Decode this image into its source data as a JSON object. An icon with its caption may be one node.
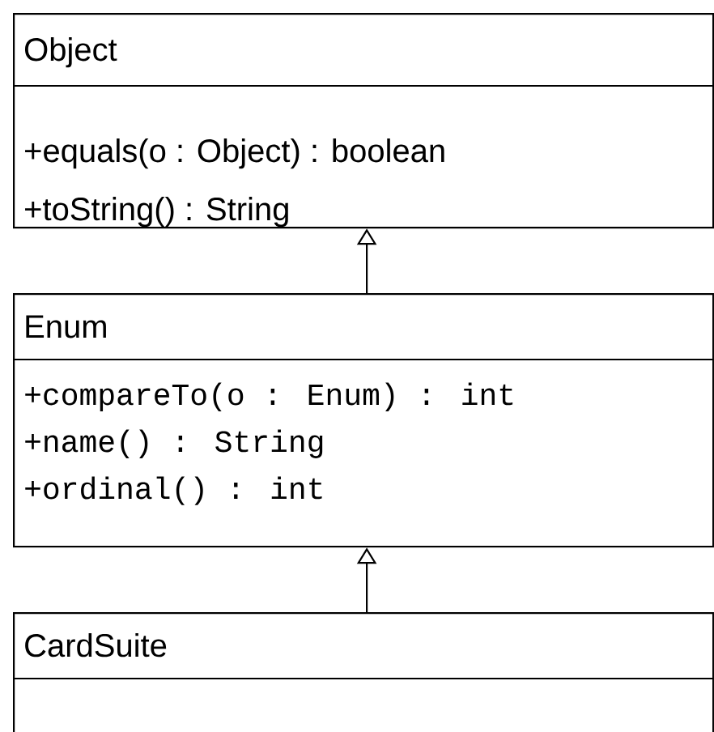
{
  "diagram": {
    "nodes": [
      {
        "text": [
          "Object",
          "+equals(o : Object) : boolean",
          "+toString() : String"
        ]
      },
      {
        "text": [
          "Enum",
          "+compareTo(o : Enum) : int",
          "+name() : String",
          "+ordinal() : int"
        ]
      },
      {
        "text": [
          "CardSuite"
        ]
      }
    ],
    "edges": [
      {
        "from": 1,
        "to": 0,
        "arrow": "to"
      },
      {
        "from": 2,
        "to": 1,
        "arrow": "to"
      }
    ]
  }
}
